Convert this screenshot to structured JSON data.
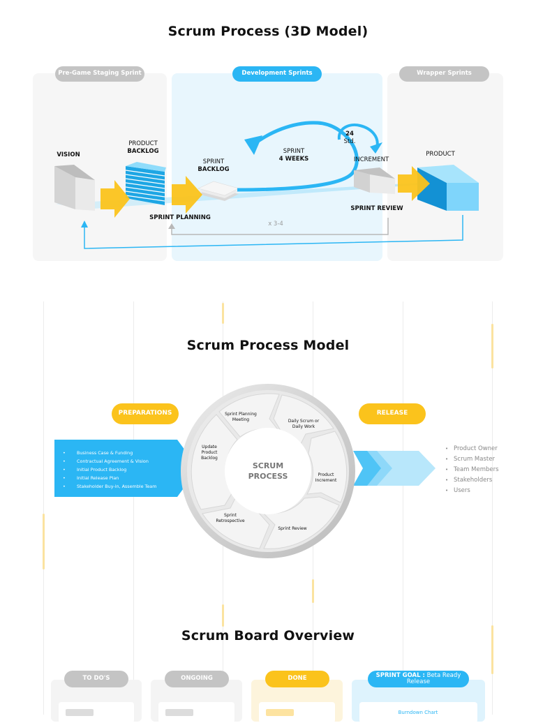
{
  "section1": {
    "title": "Scrum Process (3D Model)",
    "phases": {
      "pregame": "Pre-Game Staging Sprint",
      "development": "Development Sprints",
      "wrapper": "Wrapper Sprints"
    },
    "labels": {
      "vision": "VISION",
      "product_backlog_top": "PRODUCT",
      "product_backlog_bottom": "BACKLOG",
      "sprint_backlog_top": "SPRINT",
      "sprint_backlog_bottom": "BACKLOG",
      "sprint_top": "SPRINT",
      "sprint_bottom": "4 WEEKS",
      "daily_top": "24",
      "daily_bottom": "Std.",
      "increment": "INCREMENT",
      "product": "PRODUCT",
      "sprint_planning": "SPRINT PLANNING",
      "sprint_review": "SPRINT REVIEW",
      "repeat": "x 3-4"
    }
  },
  "section2": {
    "title": "Scrum Process Model",
    "preparation_label": "PREPARATIONS",
    "release_label": "RELEASE",
    "center_top": "SCRUM",
    "center_bottom": "PROCESS",
    "cycle": [
      "Sprint Planning Meeting",
      "Daily Scrum or Daily Work",
      "Product Increment",
      "Sprint Review",
      "Sprint Retrospective",
      "Update Product Backlog"
    ],
    "preparation_items": [
      "Business Case & Funding",
      "Contractual Agreement & Vision",
      "Initial Product Backlog",
      "Initial Release Plan",
      "Stakeholder Buy-in, Assemble Team"
    ],
    "release_items": [
      "Product Owner",
      "Scrum Master",
      "Team Members",
      "Stakeholders",
      "Users"
    ]
  },
  "section3": {
    "title": "Scrum Board Overview",
    "columns": [
      {
        "label": "TO DO'S"
      },
      {
        "label": "ONGOING"
      },
      {
        "label": "DONE"
      }
    ],
    "sprint_goal_label": "SPRINT GOAL :",
    "sprint_goal_value": "Beta Ready Release",
    "burndown_label": "Burndown Chart"
  },
  "colors": {
    "blue": "#2bb6f4",
    "light_blue_panel": "#e8f6fd",
    "yellow": "#fbc31c",
    "grey_pill": "#c4c4c4",
    "grey_panel": "#f6f6f6"
  }
}
